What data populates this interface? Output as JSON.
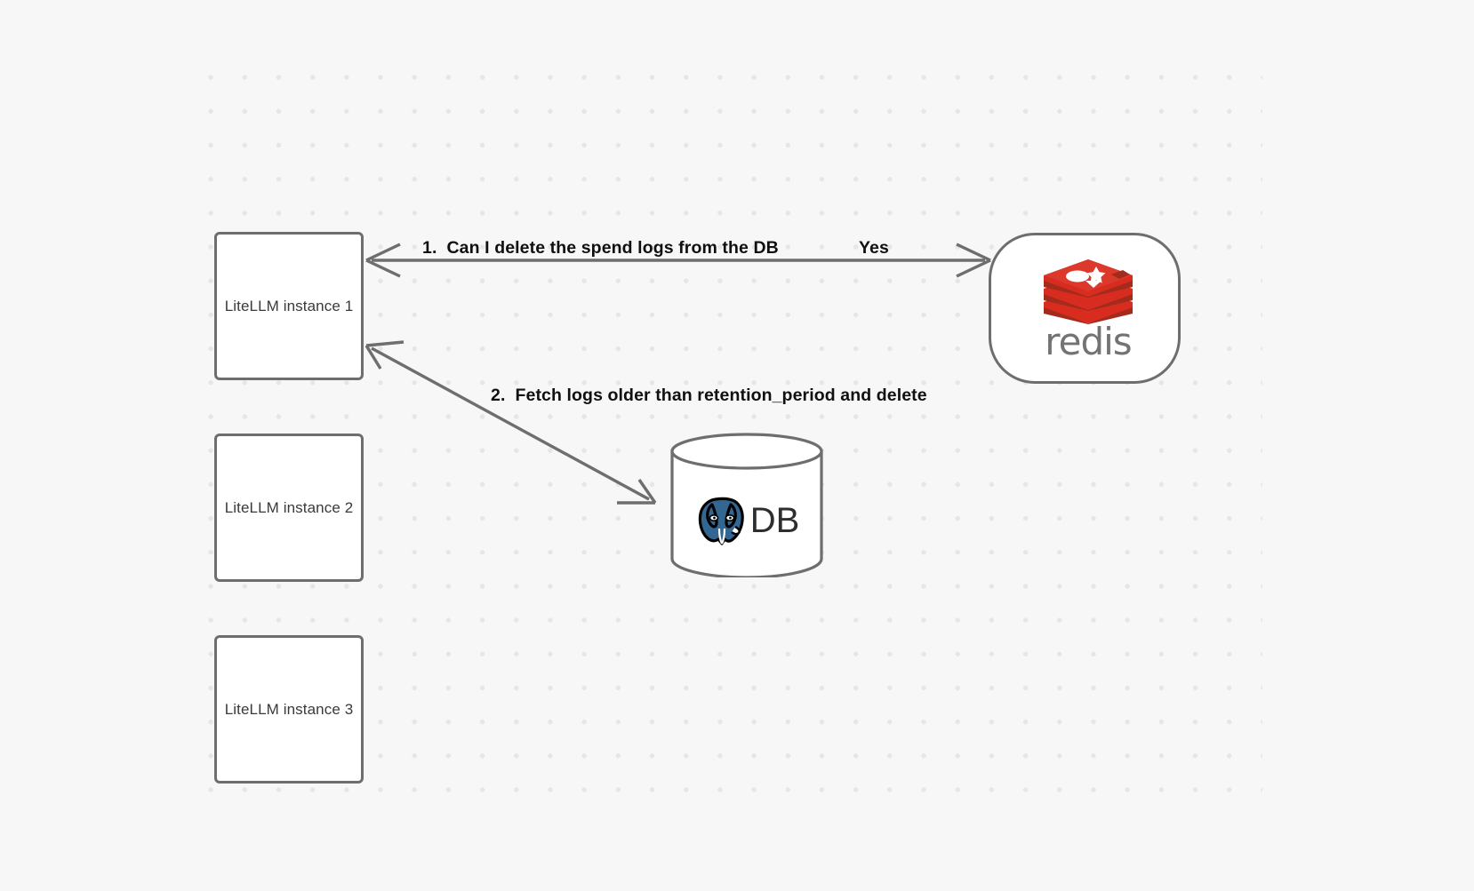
{
  "diagram": {
    "background_color": "#f7f7f7",
    "grid_dot_color": "#e6e6e6",
    "stroke_color": "#6e6e6e",
    "nodes": [
      {
        "id": "litellm-1",
        "label": "LiteLLM instance 1",
        "shape": "rounded-rect"
      },
      {
        "id": "litellm-2",
        "label": "LiteLLM instance 2",
        "shape": "rounded-rect"
      },
      {
        "id": "litellm-3",
        "label": "LiteLLM instance 3",
        "shape": "rounded-rect"
      },
      {
        "id": "redis",
        "label": "redis",
        "shape": "stadium",
        "logo": "redis-logo",
        "logo_color": "#d82c20"
      },
      {
        "id": "db",
        "label": "DB",
        "shape": "cylinder",
        "logo": "postgresql-elephant-logo",
        "logo_color": "#336791"
      }
    ],
    "edges": [
      {
        "id": "edge-1",
        "from": "litellm-1",
        "to": "redis",
        "direction": "bidirectional",
        "label": "1.  Can I delete the spend logs from the DB",
        "reply_label": "Yes"
      },
      {
        "id": "edge-2",
        "from": "litellm-1",
        "to": "db",
        "direction": "bidirectional",
        "label": "2.  Fetch logs older than retention_period and delete"
      }
    ]
  }
}
